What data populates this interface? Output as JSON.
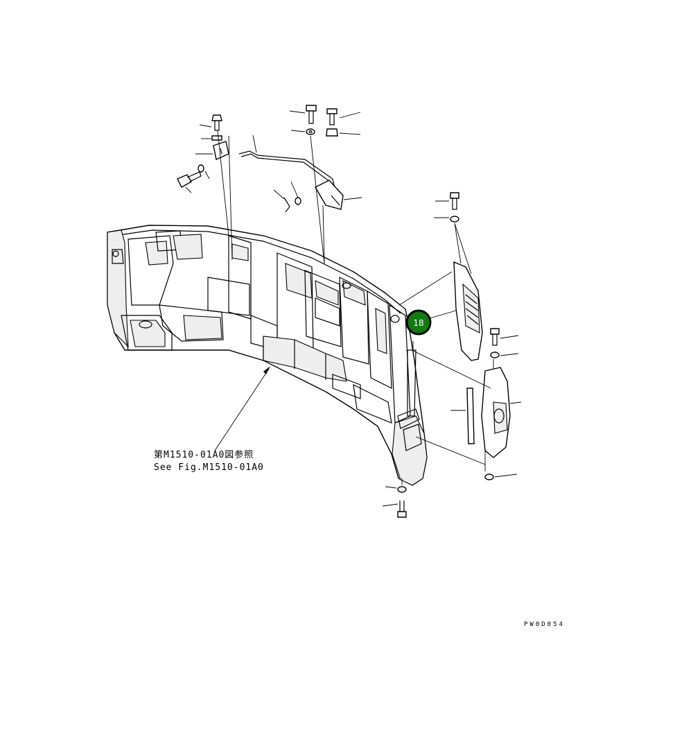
{
  "reference": {
    "line_jp": "第M1510-01A0図参照",
    "line_en": "See Fig.M1510-01A0"
  },
  "drawing_code": "PW0D054",
  "callout": {
    "number": "18",
    "color": "#117a11"
  }
}
